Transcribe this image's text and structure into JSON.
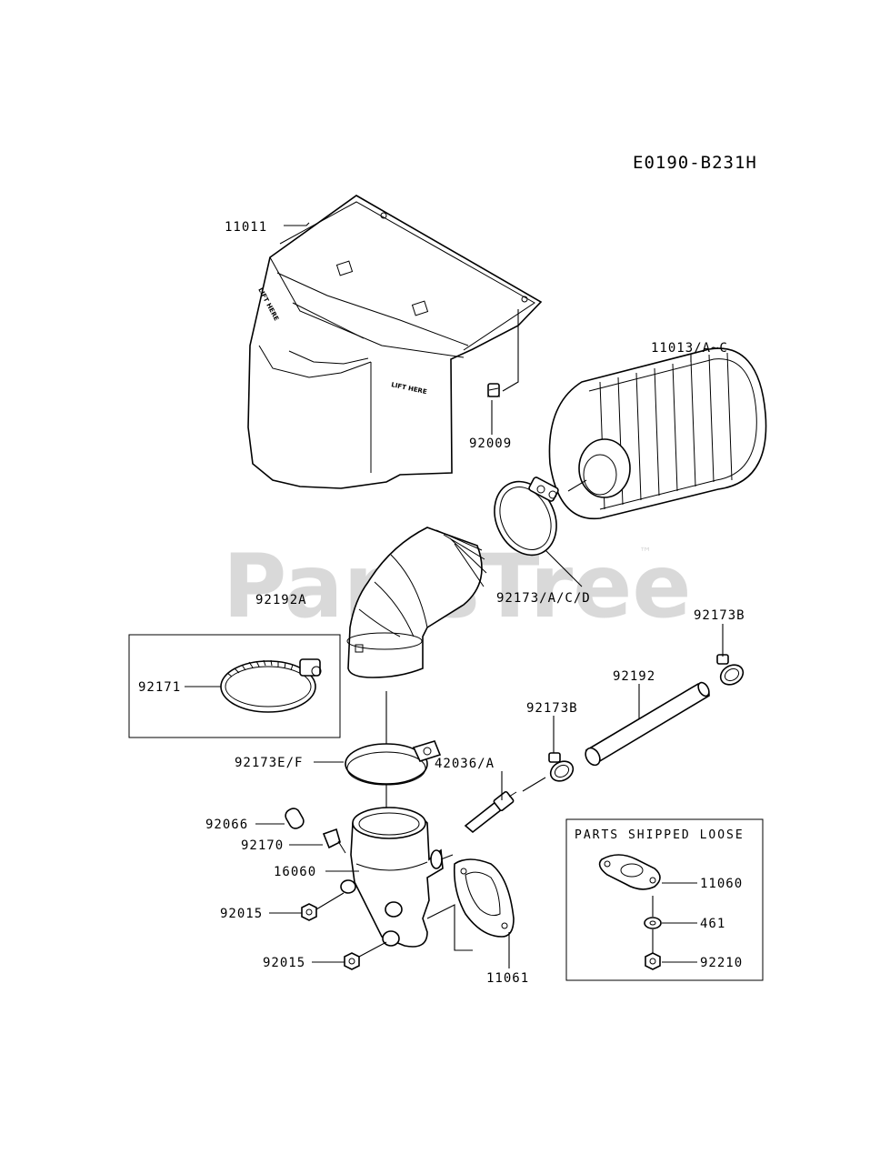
{
  "diagram_code": "E0190-B231H",
  "watermark": {
    "text": "PartsTree",
    "trademark": "™"
  },
  "box_title": "PARTS SHIPPED LOOSE",
  "stamps": {
    "lift_here": "LIFT HERE"
  },
  "labels": {
    "p11011": "11011",
    "p11013": "11013/A~C",
    "p92009": "92009",
    "p92192A": "92192A",
    "p92173ACD": "92173/A/C/D",
    "p92173B_top": "92173B",
    "p92192": "92192",
    "p92173B_mid": "92173B",
    "p92171": "92171",
    "p92173EF": "92173E/F",
    "p42036": "42036/A",
    "p92066": "92066",
    "p92170": "92170",
    "p16060": "16060",
    "p92015_a": "92015",
    "p92015_b": "92015",
    "p11061": "11061",
    "p11060": "11060",
    "p461": "461",
    "p92210": "92210"
  }
}
